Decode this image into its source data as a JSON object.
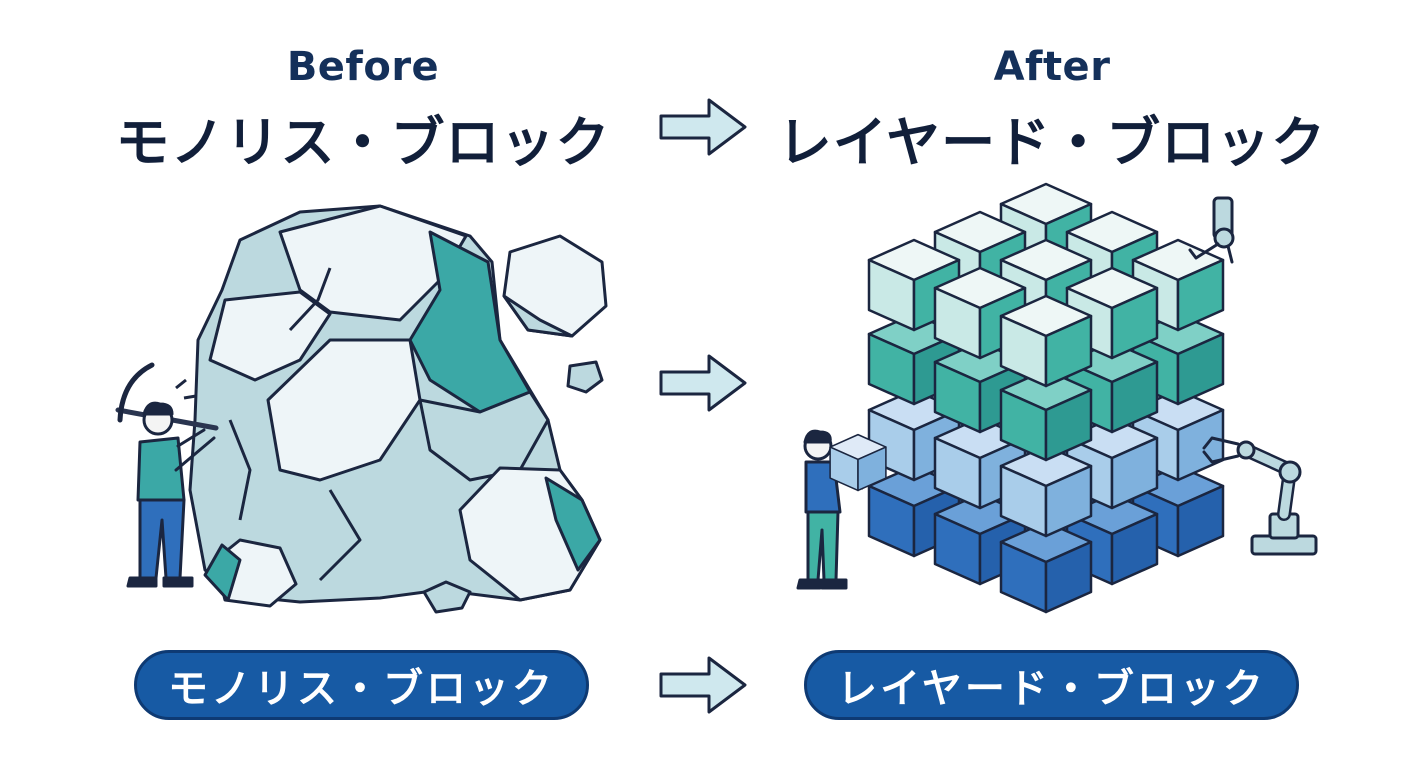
{
  "before": {
    "label_en": "Before",
    "title_jp": "モノリス・ブロック",
    "pill_label": "モノリス・ブロック"
  },
  "after": {
    "label_en": "After",
    "title_jp": "レイヤード・ブロック",
    "pill_label": "レイヤード・ブロック"
  },
  "colors": {
    "heading": "#14305a",
    "pill_fill": "#175aa4",
    "arrow_fill": "#cfe8ee",
    "outline": "#1b2640",
    "rock_pale": "#eef5f8",
    "rock_light": "#bcd9df",
    "rock_teal": "#3ba8a6",
    "layer_top": "#c9e9e6",
    "layer_teal": "#41b3a4",
    "layer_lightblue": "#a9cdea",
    "layer_blue": "#2f6fbc"
  },
  "icons": [
    "pickaxe-icon",
    "robot-arm-icon",
    "right-arrow-icon"
  ]
}
